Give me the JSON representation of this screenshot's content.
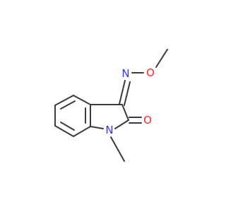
{
  "molecule": {
    "atoms": {
      "nitrogen_oxime": {
        "symbol": "N",
        "color": "#3333ff"
      },
      "oxygen_ether": {
        "symbol": "O",
        "color": "#ff2a2a"
      },
      "oxygen_carbonyl": {
        "symbol": "O",
        "color": "#ff2a2a"
      },
      "nitrogen_ring": {
        "symbol": "N",
        "color": "#3333ff"
      }
    },
    "bond_color": "#3a3a3a"
  }
}
